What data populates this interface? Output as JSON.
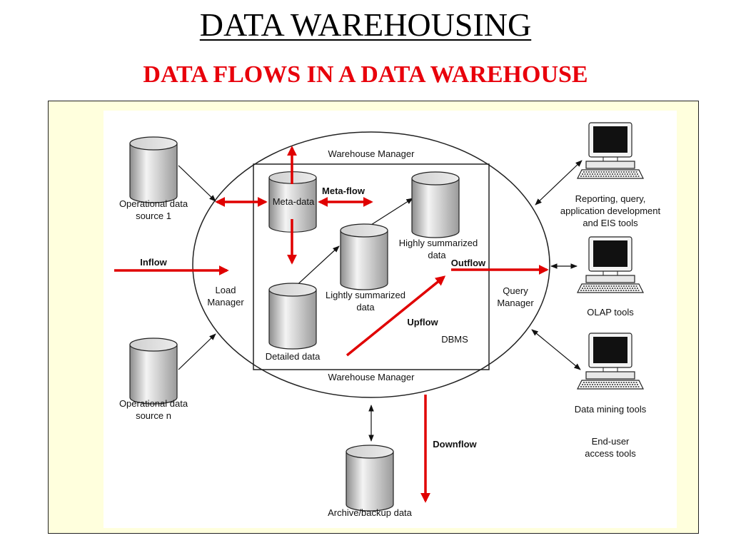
{
  "header": {
    "title": "DATA WAREHOUSING",
    "subtitle": "DATA FLOWS IN A DATA WAREHOUSE"
  },
  "colors": {
    "title": "#000000",
    "subtitle": "#e8000b",
    "flow_arrow": "#e00000",
    "frame_background": "#ffffdd"
  },
  "diagram": {
    "warehouse_manager_top": "Warehouse Manager",
    "warehouse_manager_bottom": "Warehouse Manager",
    "load_manager": [
      "Load",
      "Manager"
    ],
    "query_manager": [
      "Query",
      "Manager"
    ],
    "dbms": "DBMS",
    "sources": {
      "source1": [
        "Operational data",
        "source 1"
      ],
      "sourcen": [
        "Operational data",
        "source n"
      ]
    },
    "stores": {
      "metadata": "Meta-data",
      "highly_summarized": [
        "Highly summarized",
        "data"
      ],
      "lightly_summarized": [
        "Lightly summarized",
        "data"
      ],
      "detailed": "Detailed data",
      "archive": "Archive/backup data"
    },
    "flows": {
      "inflow": "Inflow",
      "metaflow": "Meta-flow",
      "upflow": "Upflow",
      "outflow": "Outflow",
      "downflow": "Downflow"
    },
    "tools": {
      "reporting": [
        "Reporting, query,",
        "application development",
        "and EIS tools"
      ],
      "olap": "OLAP tools",
      "mining": "Data mining tools",
      "end_user": [
        "End-user",
        "access tools"
      ]
    },
    "icons": [
      "database-cylinder-icon",
      "computer-terminal-icon"
    ]
  }
}
